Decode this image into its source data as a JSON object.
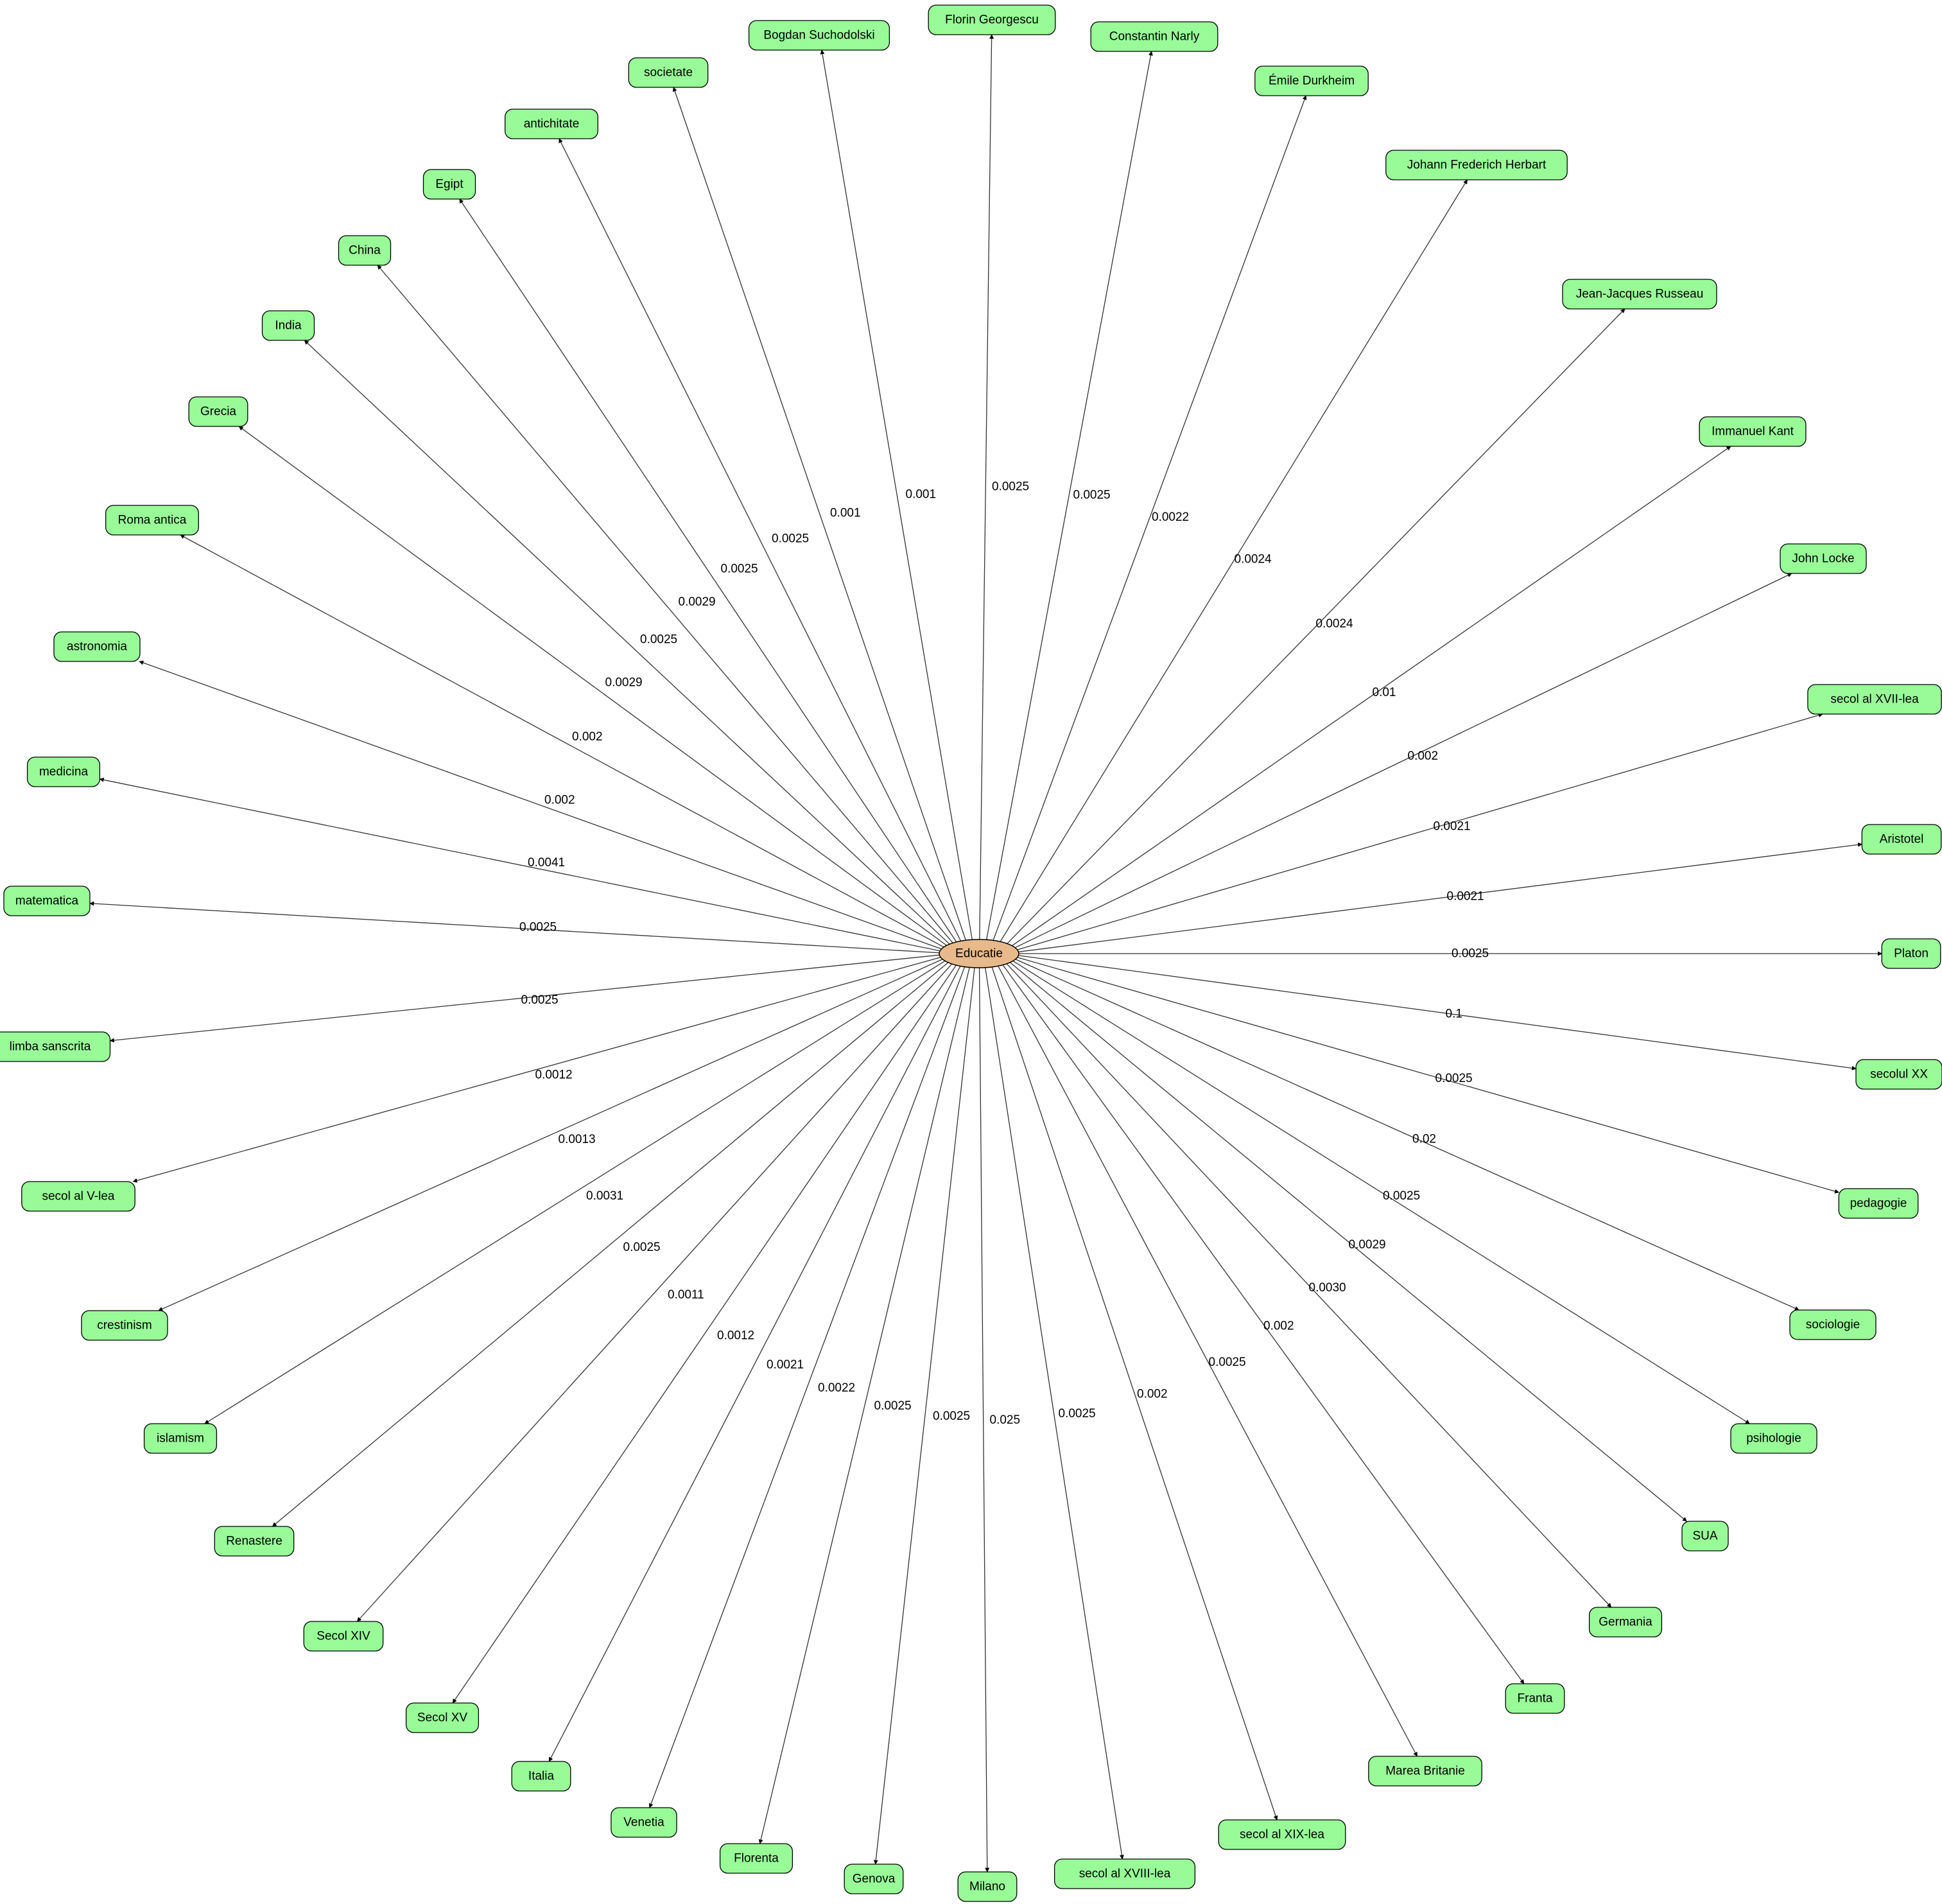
{
  "center": {
    "label": "Educatie"
  },
  "colors": {
    "leaf_fill": "#98fb98",
    "center_fill": "#e8b98a",
    "stroke": "#000000",
    "edge": "#333333"
  },
  "nodes": [
    {
      "label": "Florin Georgescu",
      "weight": "0.0025"
    },
    {
      "label": "Constantin Narly",
      "weight": "0.0025"
    },
    {
      "label": "Émile Durkheim",
      "weight": "0.0022"
    },
    {
      "label": "Johann Frederich Herbart",
      "weight": "0.0024"
    },
    {
      "label": "Jean-Jacques Russeau",
      "weight": "0.0024"
    },
    {
      "label": "Immanuel Kant",
      "weight": "0.01"
    },
    {
      "label": "John Locke",
      "weight": "0.002"
    },
    {
      "label": "secol al XVII-lea",
      "weight": "0.0021"
    },
    {
      "label": "Aristotel",
      "weight": "0.0021"
    },
    {
      "label": "Platon",
      "weight": "0.0025"
    },
    {
      "label": "secolul XX",
      "weight": "0.1"
    },
    {
      "label": "pedagogie",
      "weight": "0.0025"
    },
    {
      "label": "sociologie",
      "weight": "0.02"
    },
    {
      "label": "psihologie",
      "weight": "0.0025"
    },
    {
      "label": "SUA",
      "weight": "0.0029"
    },
    {
      "label": "Germania",
      "weight": "0.0030"
    },
    {
      "label": "Franta",
      "weight": "0.002"
    },
    {
      "label": "Marea Britanie",
      "weight": "0.0025"
    },
    {
      "label": "secol al XIX-lea",
      "weight": "0.002"
    },
    {
      "label": "secol al XVIII-lea",
      "weight": "0.0025"
    },
    {
      "label": "Milano",
      "weight": "0.025"
    },
    {
      "label": "Genova",
      "weight": "0.0025"
    },
    {
      "label": "Florenta",
      "weight": "0.0025"
    },
    {
      "label": "Venetia",
      "weight": "0.0022"
    },
    {
      "label": "Italia",
      "weight": "0.0021"
    },
    {
      "label": "Secol XV",
      "weight": "0.0012"
    },
    {
      "label": "Secol XIV",
      "weight": "0.0011"
    },
    {
      "label": "Renastere",
      "weight": "0.0025"
    },
    {
      "label": "islamism",
      "weight": "0.0031"
    },
    {
      "label": "crestinism",
      "weight": "0.0013"
    },
    {
      "label": "secol al V-lea",
      "weight": "0.0012"
    },
    {
      "label": "limba sanscrita",
      "weight": "0.0025"
    },
    {
      "label": "matematica",
      "weight": "0.0025"
    },
    {
      "label": "medicina",
      "weight": "0.0041"
    },
    {
      "label": "astronomia",
      "weight": "0.002"
    },
    {
      "label": "Roma antica",
      "weight": "0.002"
    },
    {
      "label": "Grecia",
      "weight": "0.0029"
    },
    {
      "label": "India",
      "weight": "0.0025"
    },
    {
      "label": "China",
      "weight": "0.0029"
    },
    {
      "label": "Egipt",
      "weight": "0.0025"
    },
    {
      "label": "antichitate",
      "weight": "0.0025"
    },
    {
      "label": "societate",
      "weight": "0.001"
    },
    {
      "label": "Bogdan Suchodolski",
      "weight": "0.001"
    }
  ]
}
